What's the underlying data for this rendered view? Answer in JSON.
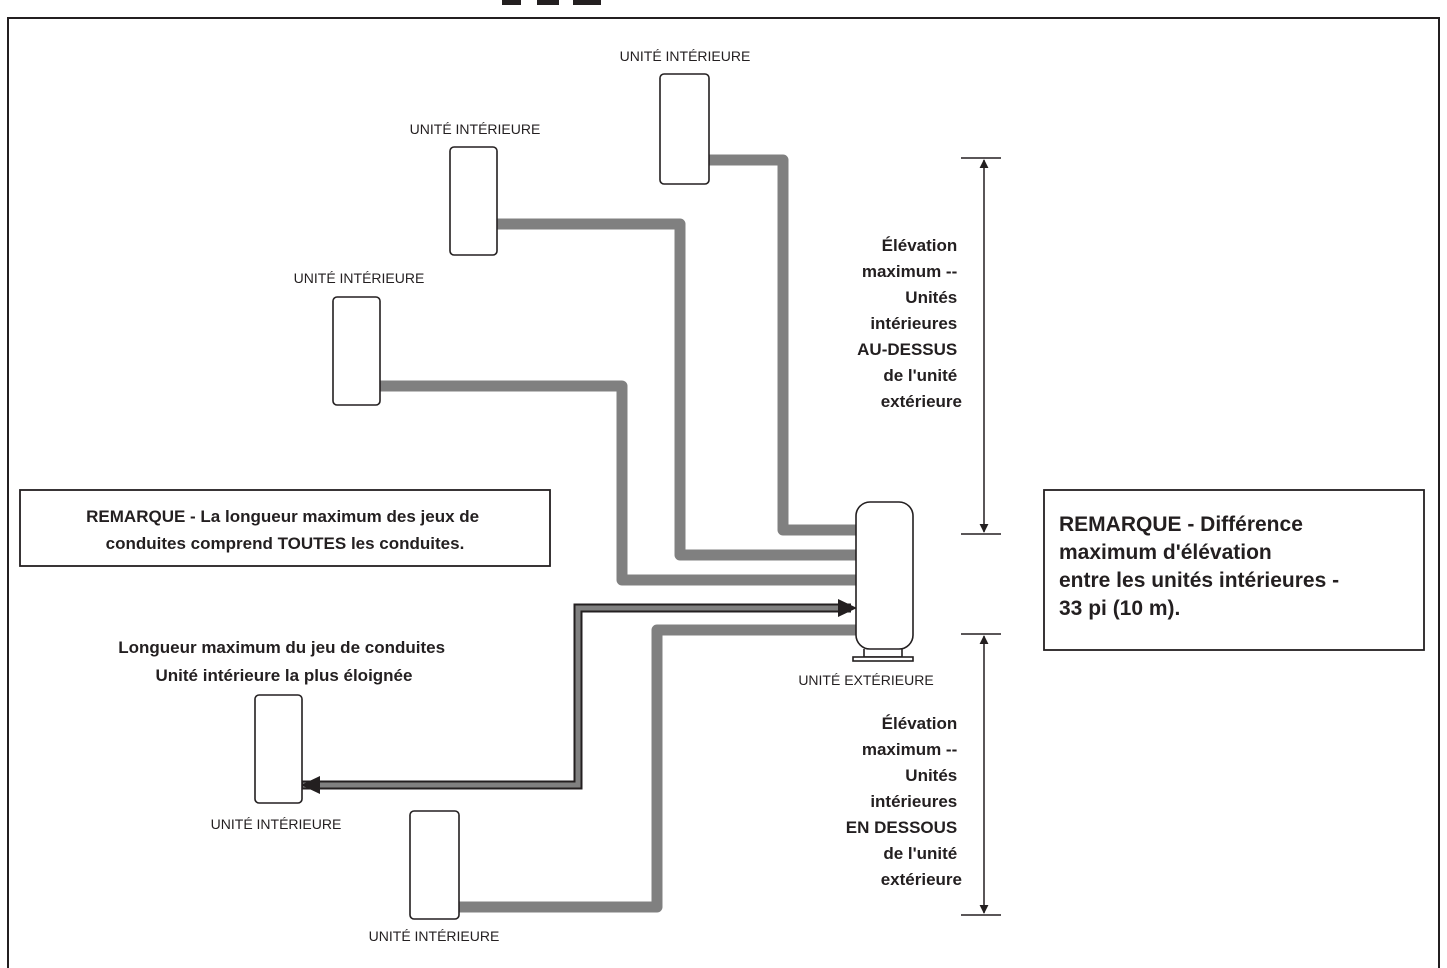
{
  "diagram": {
    "indoor_unit_label": "UNITÉ INTÉRIEURE",
    "outdoor_unit_label": "UNITÉ EXTÉRIEURE",
    "above_elevation": {
      "lines": [
        "Élévation",
        "maximum --",
        "Unités",
        "intérieures",
        "AU-DESSUS",
        "de l'unité",
        "extérieure"
      ]
    },
    "below_elevation": {
      "lines": [
        "Élévation",
        "maximum --",
        "Unités",
        "intérieures",
        "EN DESSOUS",
        "de l'unité",
        "extérieure"
      ]
    },
    "note_left": {
      "lines": [
        "REMARQUE - La longueur maximum des jeux de",
        "conduites comprend TOUTES les conduites."
      ]
    },
    "note_right": {
      "lines": [
        "REMARQUE - Différence",
        "maximum d'élévation",
        "entre les unités intérieures -",
        "33 pi (10 m)."
      ]
    },
    "longest_run_caption": {
      "lines": [
        "Longueur maximum du jeu de conduites",
        "Unité intérieure la plus éloignée"
      ]
    },
    "colors": {
      "line": "#231f20",
      "pipe": "#808080",
      "background": "#ffffff"
    }
  }
}
